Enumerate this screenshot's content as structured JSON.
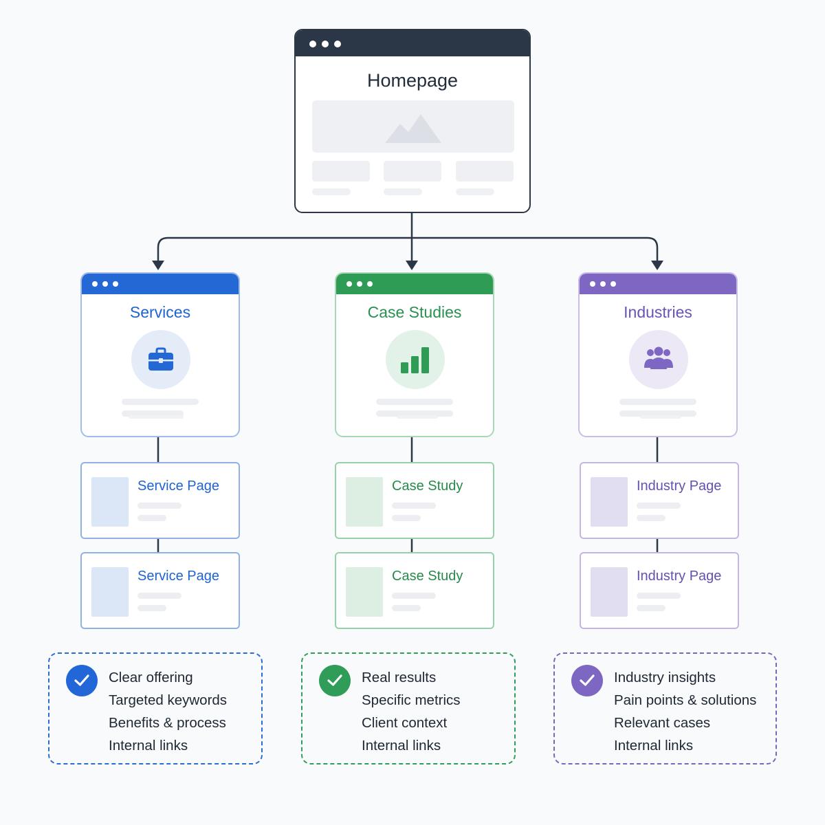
{
  "colors": {
    "dark": "#2b3647",
    "blue": "#2468d6",
    "green": "#2e9c55",
    "purple": "#7e67c3",
    "connector": "#2b3647"
  },
  "homepage": {
    "title": "Homepage",
    "image_icon": "mountain-image-icon"
  },
  "categories": [
    {
      "title": "Services",
      "icon": "briefcase-icon",
      "color": "#2468d6",
      "pages": [
        "Service Page",
        "Service Page"
      ],
      "features": [
        "Clear offering",
        "Targeted keywords",
        "Benefits & process",
        "Internal links"
      ]
    },
    {
      "title": "Case Studies",
      "icon": "bar-chart-icon",
      "color": "#2e9c55",
      "pages": [
        "Case Study",
        "Case Study"
      ],
      "features": [
        "Real results",
        "Specific metrics",
        "Client context",
        "Internal links"
      ]
    },
    {
      "title": "Industries",
      "icon": "people-group-icon",
      "color": "#7e67c3",
      "pages": [
        "Industry Page",
        "Industry Page"
      ],
      "features": [
        "Industry insights",
        "Pain points & solutions",
        "Relevant cases",
        "Internal links"
      ]
    }
  ]
}
